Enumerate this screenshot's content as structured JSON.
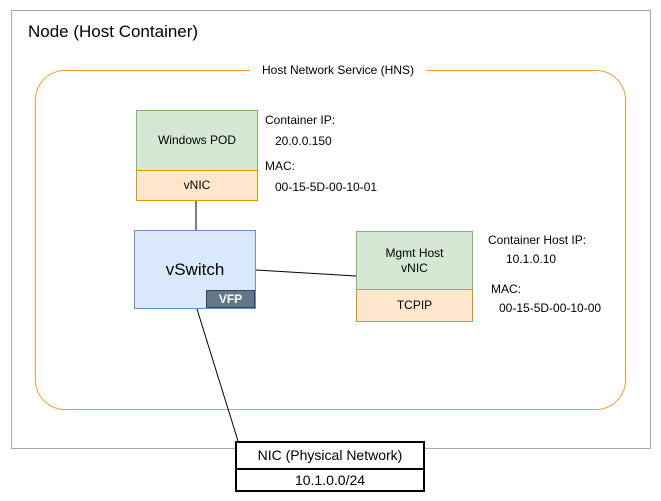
{
  "diagram": {
    "title": "Node (Host Container)",
    "hns": {
      "label": "Host Network Service (HNS)"
    },
    "pod": {
      "label": "Windows POD",
      "vnic_label": "vNIC",
      "annotation": {
        "ip_label": "Container IP:",
        "ip": "20.0.0.150",
        "mac_label": "MAC:",
        "mac": "00-15-5D-00-10-01"
      }
    },
    "vswitch": {
      "label": "vSwitch",
      "vfp_label": "VFP"
    },
    "mgmt": {
      "label_line1": "Mgmt Host",
      "label_line2": "vNIC",
      "tcpip_label": "TCPIP",
      "annotation": {
        "ip_label": "Container Host IP:",
        "ip": "10.1.0.10",
        "mac_label": "MAC:",
        "mac": "00-15-5D-00-10-00"
      }
    },
    "nic": {
      "label": "NIC (Physical Network)",
      "subnet": "10.1.0.0/24"
    }
  },
  "colors": {
    "outer-border": "#a9a9a9",
    "hns-border": "#f79a3e",
    "green-fill": "#d5e8d4",
    "green-border": "#82b366",
    "orange-fill": "#ffe6cc",
    "orange-border": "#d79b00",
    "blue-fill": "#dae8fc",
    "blue-border": "#6c8ebf",
    "vfp-fill": "#647687",
    "vfp-border": "#314354",
    "connector-line": "#000000"
  }
}
